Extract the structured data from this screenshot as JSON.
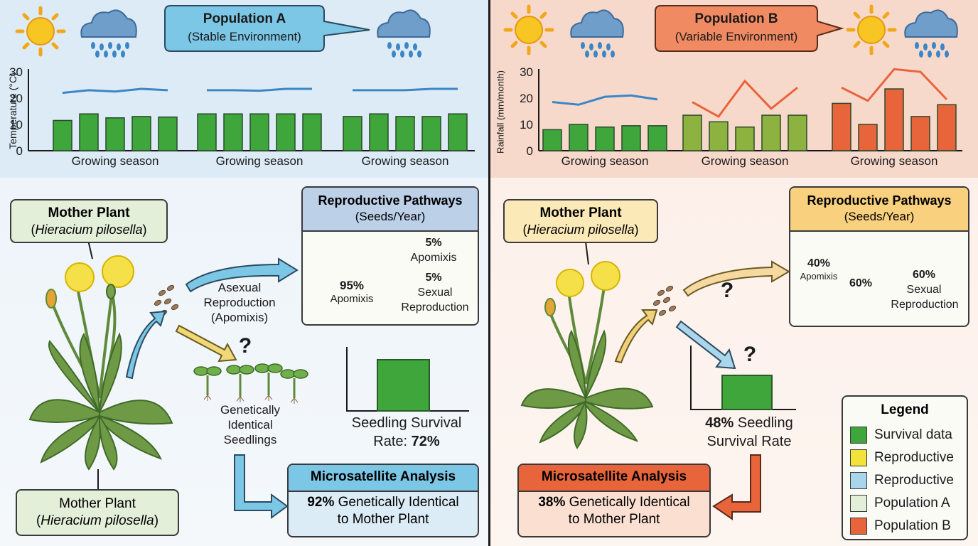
{
  "population_a": {
    "title": "Population A",
    "subtitle": "(Stable Environment)",
    "chart_ylabel": "Temperature (°C)",
    "mother_plant_top": {
      "title": "Mother Plant",
      "species": "Hieracium pilosella"
    },
    "mother_plant_bottom": {
      "title": "Mother Plant",
      "species": "Hieracium pilosella"
    },
    "pathways": {
      "title": "Reproductive Pathways",
      "subtitle": "(Seeds/Year)",
      "slice_small_pct": "5%",
      "slice_small_label": "Apomixis",
      "slice_sex_pct": "5%",
      "slice_sex_label1": "Sexual",
      "slice_sex_label2": "Reproduction",
      "slice_big_pct": "95%",
      "slice_big_label": "Apomixis"
    },
    "asexual_label": [
      "Asexual",
      "Reproduction",
      "(Apomixis)"
    ],
    "question_mark": "?",
    "seedlings_label": [
      "Genetically",
      "Identical",
      "Seedlings"
    ],
    "survival_label_line1": "Seedling Survival",
    "survival_label_line2_prefix": "Rate: ",
    "survival_value": "72%",
    "micro": {
      "title": "Microsatellite Analysis",
      "pct": "92%",
      "line1_rest": " Genetically Identical",
      "line2": "to Mother Plant"
    }
  },
  "population_b": {
    "title": "Population B",
    "subtitle": "(Variable Environment)",
    "chart_ylabel": "Rainfall (mm/month)",
    "mother_plant": {
      "title": "Mother Plant",
      "species": "Hieracium pilosella"
    },
    "pathways": {
      "title": "Reproductive Pathways",
      "subtitle": "(Seeds/Year)",
      "slice_apo_pct": "40%",
      "slice_apo_label": "Apomixis",
      "slice_sex_inner": "60%",
      "slice_sex_pct": "60%",
      "slice_sex_label1": "Sexual",
      "slice_sex_label2": "Reproduction"
    },
    "question_mark_1": "?",
    "question_mark_2": "?",
    "survival_value": "48%",
    "survival_label_line1_rest": " Seedling",
    "survival_label_line2": "Survival Rate",
    "micro": {
      "title": "Microsatellite Analysis",
      "pct": "38%",
      "line1_rest": " Genetically Identical",
      "line2": "to Mother Plant"
    }
  },
  "legend": {
    "title": "Legend",
    "items": [
      {
        "label": "Survival data",
        "color": "#3fa63b"
      },
      {
        "label": "Reproductive",
        "color": "#f2e23a"
      },
      {
        "label": "Reproductive",
        "color": "#a9d6ea"
      },
      {
        "label": "Population A",
        "color": "#e3efd9"
      },
      {
        "label": "Population B",
        "color": "#e8643a"
      }
    ]
  },
  "colors": {
    "green": "#3fa63b",
    "yellow": "#f2e23a",
    "lightblue": "#a9d6ea",
    "orange": "#e8643a",
    "blueline": "#3d86c6"
  },
  "chart_data": [
    {
      "type": "bar",
      "ylabel": "Temperature (°C)",
      "ylim": [
        0,
        30
      ],
      "yticks": [
        0,
        10,
        20,
        30
      ],
      "groups": [
        {
          "label": "Growing season",
          "values": [
            11.5,
            14,
            12.5,
            13,
            12.8
          ],
          "line": [
            22,
            23,
            22.5,
            23.5,
            23
          ]
        },
        {
          "label": "Growing season",
          "values": [
            14,
            14,
            14,
            14,
            14
          ],
          "line": [
            23,
            23,
            22.8,
            23.5,
            23.5
          ]
        },
        {
          "label": "Growing season",
          "values": [
            13,
            14,
            13,
            13,
            14
          ],
          "line": [
            23,
            23,
            23,
            23.5,
            23.5
          ]
        }
      ]
    },
    {
      "type": "bar",
      "ylabel": "Rainfall (mm/month)",
      "ylim": [
        0,
        30
      ],
      "yticks": [
        0,
        10,
        20,
        30
      ],
      "groups": [
        {
          "label": "Growing season",
          "values": [
            8,
            10,
            9,
            9.5,
            9.5
          ],
          "line": [
            18.5,
            17.5,
            20.5,
            21,
            19.5
          ],
          "bar_color": "#3fa63b",
          "line_color": "#3d86c6"
        },
        {
          "label": "Growing season",
          "values": [
            13.5,
            11,
            9,
            13.5,
            13.5
          ],
          "line": [
            18.5,
            13,
            26.5,
            16,
            24
          ],
          "bar_color": "#8db23f",
          "line_color": "#e8643a"
        },
        {
          "label": "Growing season",
          "values": [
            18,
            10,
            23.5,
            13,
            17.5
          ],
          "line": [
            24,
            19,
            31,
            30,
            19.5
          ],
          "bar_color": "#e8643a",
          "line_color": "#e8643a"
        }
      ]
    },
    {
      "type": "pie",
      "title": "Reproductive Pathways",
      "slices": [
        {
          "label": "Apomixis",
          "value": 95
        },
        {
          "label": "Sexual Reproduction",
          "value": 5
        }
      ]
    },
    {
      "type": "pie",
      "title": "Reproductive Pathways",
      "slices": [
        {
          "label": "Apomixis",
          "value": 40
        },
        {
          "label": "Sexual Reproduction",
          "value": 60
        }
      ]
    },
    {
      "type": "bar",
      "categories": [
        "Seedling Survival Rate"
      ],
      "values": [
        72
      ]
    },
    {
      "type": "bar",
      "categories": [
        "Seedling Survival Rate"
      ],
      "values": [
        48
      ]
    }
  ]
}
